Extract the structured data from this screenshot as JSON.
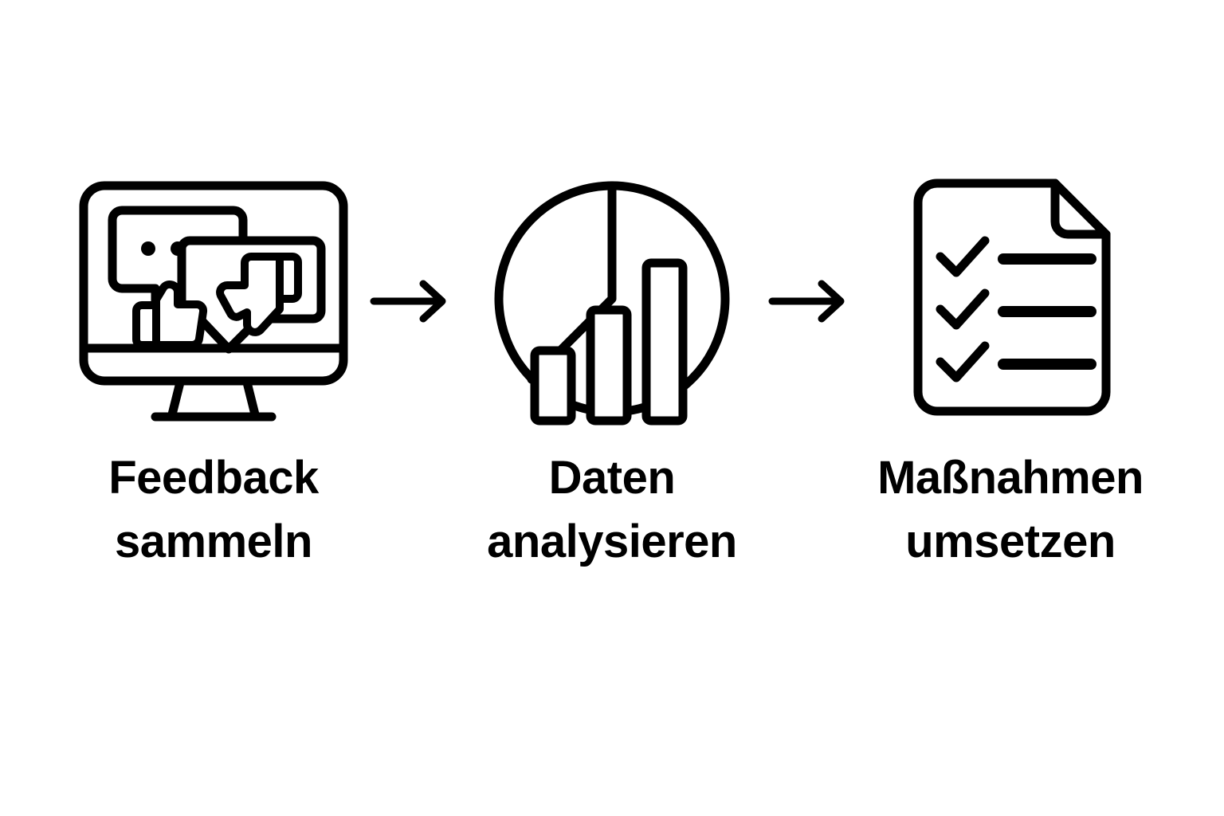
{
  "page": {
    "background_color": "#ffffff",
    "stroke_color": "#000000",
    "title": "Feedback-Prozess Diagramm",
    "orientation": "horizontal-flow",
    "step_count": 3
  },
  "steps": [
    {
      "id": "collect-feedback",
      "icon": "monitor-feedback-icon",
      "icon_parts": [
        "computer-monitor",
        "speech-bubble-dots",
        "speech-bubble-thumbs-down",
        "thumbs-up"
      ],
      "label": "Feedback\nsammeln",
      "label_line1": "Feedback",
      "label_line2": "sammeln"
    },
    {
      "id": "analyze-data",
      "icon": "pie-bar-chart-icon",
      "icon_parts": [
        "pie-chart-circle",
        "bar-chart-three-bars"
      ],
      "label": "Daten\nanalysieren",
      "label_line1": "Daten",
      "label_line2": "analysieren"
    },
    {
      "id": "implement-measures",
      "icon": "checklist-document-icon",
      "icon_parts": [
        "document-folded-corner",
        "check-mark",
        "check-mark",
        "check-mark",
        "list-line",
        "list-line",
        "list-line"
      ],
      "label": "Maßnahmen\numsetzen",
      "label_line1": "Maßnahmen",
      "label_line2": "umsetzen"
    }
  ],
  "connectors": [
    {
      "id": "arrow-1",
      "icon": "arrow-right-icon",
      "from": "collect-feedback",
      "to": "analyze-data"
    },
    {
      "id": "arrow-2",
      "icon": "arrow-right-icon",
      "from": "analyze-data",
      "to": "implement-measures"
    }
  ]
}
